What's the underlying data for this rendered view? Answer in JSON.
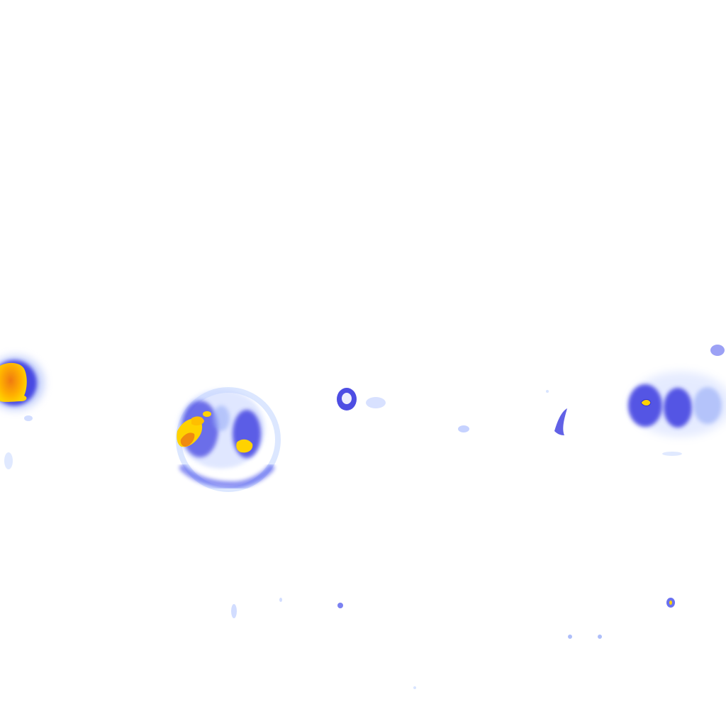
{
  "image": {
    "background": "#ffffff",
    "colormap": [
      "#d8e4ff",
      "#9aaef8",
      "#5a62ee",
      "#2f2fd8",
      "#ffd200",
      "#ffb000",
      "#f07a10"
    ],
    "regions": [
      {
        "name": "hot-blob-left-edge",
        "intensity": "high"
      },
      {
        "name": "ring-structure-center-left",
        "intensity": "mixed"
      },
      {
        "name": "small-blob-center",
        "intensity": "low"
      },
      {
        "name": "blob-cluster-right",
        "intensity": "mixed"
      },
      {
        "name": "speckles-lower",
        "intensity": "low"
      }
    ]
  }
}
